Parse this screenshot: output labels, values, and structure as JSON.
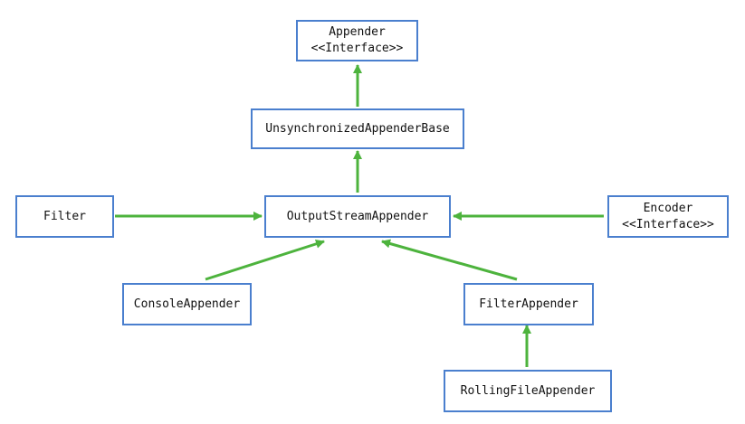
{
  "colors": {
    "node_border": "#4a7fce",
    "arrow": "#4db33d",
    "text": "#111111",
    "background": "#ffffff"
  },
  "nodes": {
    "appender": {
      "name": "Appender",
      "stereotype": "<<Interface>>"
    },
    "unsync_base": {
      "name": "UnsynchronizedAppenderBase"
    },
    "output_stream": {
      "name": "OutputStreamAppender"
    },
    "filter": {
      "name": "Filter"
    },
    "encoder": {
      "name": "Encoder",
      "stereotype": "<<Interface>>"
    },
    "console": {
      "name": "ConsoleAppender"
    },
    "filter_appender": {
      "name": "FilterAppender"
    },
    "rolling_file": {
      "name": "RollingFileAppender"
    }
  }
}
